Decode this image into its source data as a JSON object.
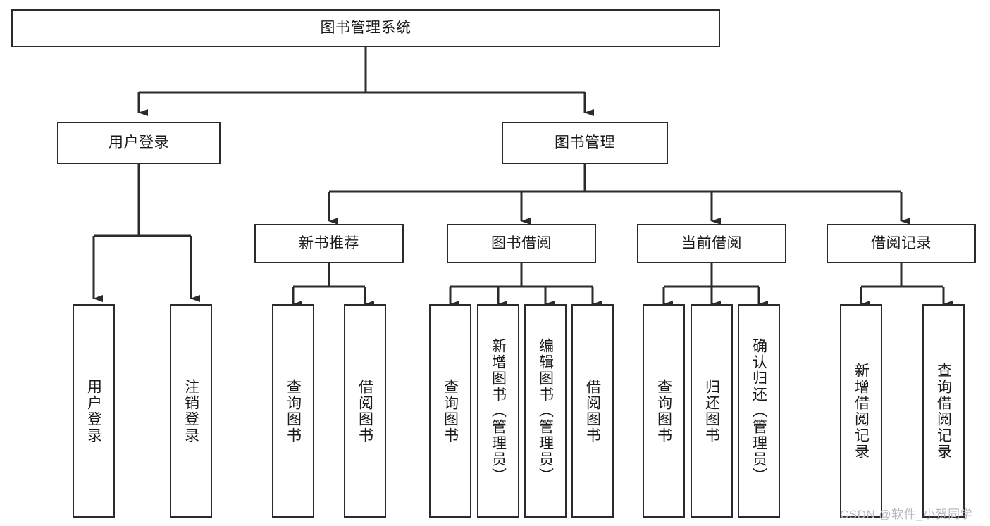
{
  "diagram": {
    "type": "tree-hierarchy",
    "title": "图书管理系统",
    "nodes": {
      "root": {
        "label": "图书管理系统"
      },
      "level1": [
        {
          "id": "user-login",
          "label": "用户登录"
        },
        {
          "id": "book-manage",
          "label": "图书管理"
        }
      ],
      "level2": [
        {
          "id": "new-book-recommend",
          "label": "新书推荐"
        },
        {
          "id": "book-borrow",
          "label": "图书借阅"
        },
        {
          "id": "current-borrow",
          "label": "当前借阅"
        },
        {
          "id": "borrow-record",
          "label": "借阅记录"
        }
      ],
      "leaves": {
        "user_login": [
          {
            "id": "leaf-user-login",
            "label": "用户登录"
          },
          {
            "id": "leaf-logout",
            "label": "注销登录"
          }
        ],
        "new_book_recommend": [
          {
            "id": "leaf-query-book-1",
            "label": "查询图书"
          },
          {
            "id": "leaf-borrow-book-1",
            "label": "借阅图书"
          }
        ],
        "book_borrow": [
          {
            "id": "leaf-query-book-2",
            "label": "查询图书"
          },
          {
            "id": "leaf-add-book",
            "label": "新增图书（管理员）"
          },
          {
            "id": "leaf-edit-book",
            "label": "编辑图书（管理员）"
          },
          {
            "id": "leaf-borrow-book-2",
            "label": "借阅图书"
          }
        ],
        "current_borrow": [
          {
            "id": "leaf-query-book-3",
            "label": "查询图书"
          },
          {
            "id": "leaf-return-book",
            "label": "归还图书"
          },
          {
            "id": "leaf-confirm-return",
            "label": "确认归还（管理员）"
          }
        ],
        "borrow_record": [
          {
            "id": "leaf-add-record",
            "label": "新增借阅记录"
          },
          {
            "id": "leaf-query-record",
            "label": "查询借阅记录"
          }
        ]
      }
    },
    "colors": {
      "stroke": "#2b2b2b",
      "fill": "#ffffff",
      "text": "#1a1a1a",
      "watermark": "#b9b9b9"
    }
  },
  "watermark": {
    "text": "CSDN @软件_小贺同学"
  }
}
